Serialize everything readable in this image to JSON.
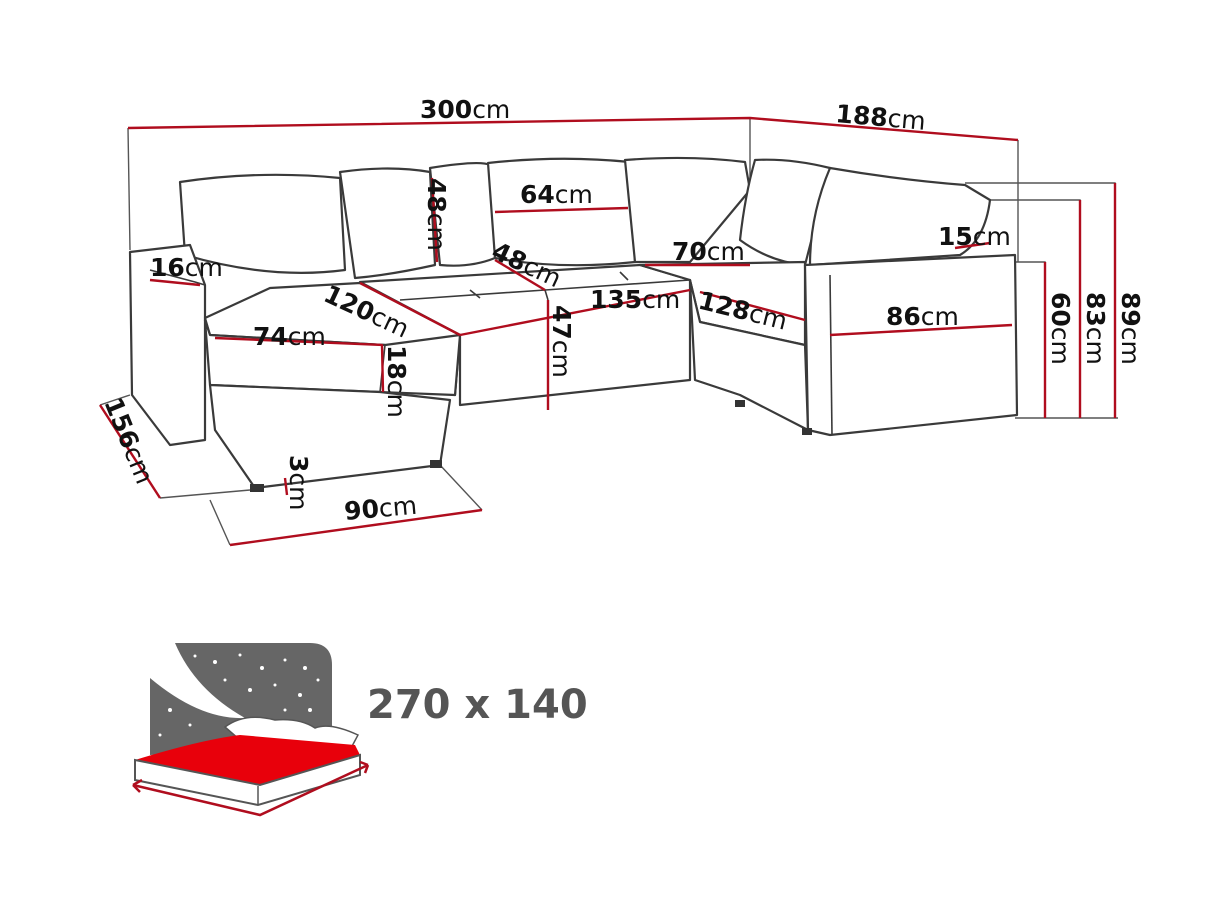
{
  "dimensions": [
    {
      "value": "300",
      "unit": "cm"
    },
    {
      "value": "188",
      "unit": "cm"
    },
    {
      "value": "48",
      "unit": "cm"
    },
    {
      "value": "64",
      "unit": "cm"
    },
    {
      "value": "48",
      "unit": "cm"
    },
    {
      "value": "70",
      "unit": "cm"
    },
    {
      "value": "15",
      "unit": "cm"
    },
    {
      "value": "16",
      "unit": "cm"
    },
    {
      "value": "120",
      "unit": "cm"
    },
    {
      "value": "135",
      "unit": "cm"
    },
    {
      "value": "128",
      "unit": "cm"
    },
    {
      "value": "86",
      "unit": "cm"
    },
    {
      "value": "74",
      "unit": "cm"
    },
    {
      "value": "47",
      "unit": "cm"
    },
    {
      "value": "18",
      "unit": "cm"
    },
    {
      "value": "60",
      "unit": "cm"
    },
    {
      "value": "83",
      "unit": "cm"
    },
    {
      "value": "89",
      "unit": "cm"
    },
    {
      "value": "156",
      "unit": "cm"
    },
    {
      "value": "3",
      "unit": "cm"
    },
    {
      "value": "90",
      "unit": "cm"
    }
  ],
  "bed": {
    "size_label": "270 x 140"
  },
  "colors": {
    "dimension_line": "#b00d1e",
    "outline": "#3a3a3a",
    "bed_sheet": "#e8000b",
    "sky": "#666666"
  }
}
